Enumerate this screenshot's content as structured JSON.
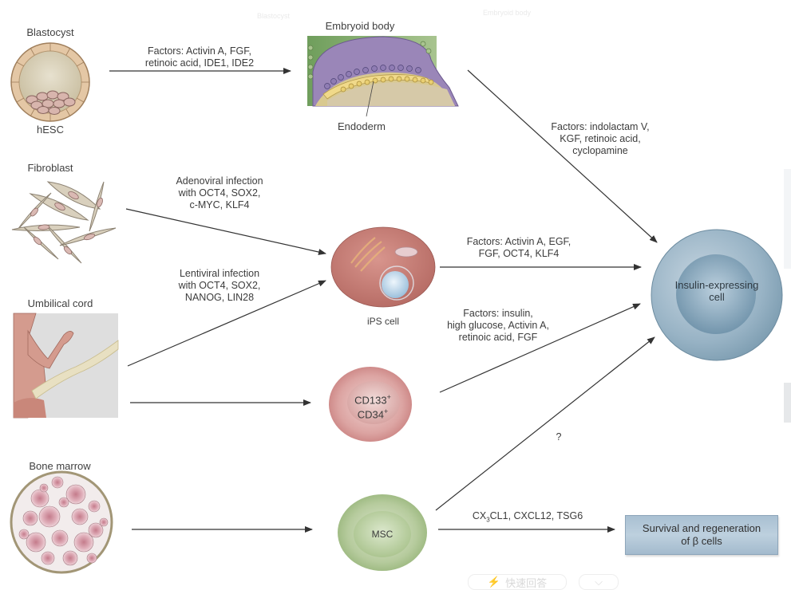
{
  "ghost_labels": {
    "blastocyst": "Blastocyst",
    "embryoid_body": "Embryoid body"
  },
  "sources": {
    "blastocyst": {
      "title": "Blastocyst",
      "sublabel": "hESC"
    },
    "fibroblast": {
      "title": "Fibroblast"
    },
    "umbilical_cord": {
      "title": "Umbilical cord"
    },
    "bone_marrow": {
      "title": "Bone marrow"
    }
  },
  "intermediates": {
    "embryoid_body": {
      "title": "Embryoid body",
      "sublabel": "Endoderm"
    },
    "ips_cell": {
      "label": "iPS cell"
    },
    "cd_cell": {
      "line1": "CD133",
      "line1_sup": "+",
      "line2": "CD34",
      "line2_sup": "+"
    },
    "msc": {
      "label": "MSC"
    }
  },
  "targets": {
    "insulin_cell": {
      "line1": "Insulin-expressing",
      "line2": "cell"
    },
    "beta_box": {
      "line1": "Survival and regeneration",
      "line2": "of β cells"
    }
  },
  "arrows": {
    "blastocyst_to_eb": "Factors: Activin A, FGF,\nretinoic acid, IDE1, IDE2",
    "eb_to_insulin": "Factors: indolactam V,\nKGF, retinoic acid,\ncyclopamine",
    "fibroblast_to_ips": "Adenoviral infection\nwith OCT4, SOX2,\nc-MYC, KLF4",
    "cord_to_ips": "Lentiviral infection\nwith OCT4, SOX2,\nNANOG, LIN28",
    "ips_to_insulin": "Factors: Activin A, EGF,\nFGF, OCT4, KLF4",
    "cd_to_insulin": "Factors: insulin,\nhigh glucose, Activin A,\nretinoic acid, FGF",
    "msc_to_insulin": "?",
    "msc_to_beta": {
      "pre": "CX",
      "sub": "3",
      "post": "CL1, CXCL12, TSG6"
    }
  },
  "overlay_toolbar": {
    "quick_answer_label": "快速回答",
    "quick_answer_icon": "lightning-icon",
    "collapse_icon": "chevron-down-icon"
  },
  "colors": {
    "insulin_cell": "#7f9fb4",
    "ips_cell": "#c47a74",
    "cd_cell": "#d59a98",
    "msc": "#a9c08f",
    "beta_box": "#b4c9d9",
    "arrow": "#333333"
  }
}
